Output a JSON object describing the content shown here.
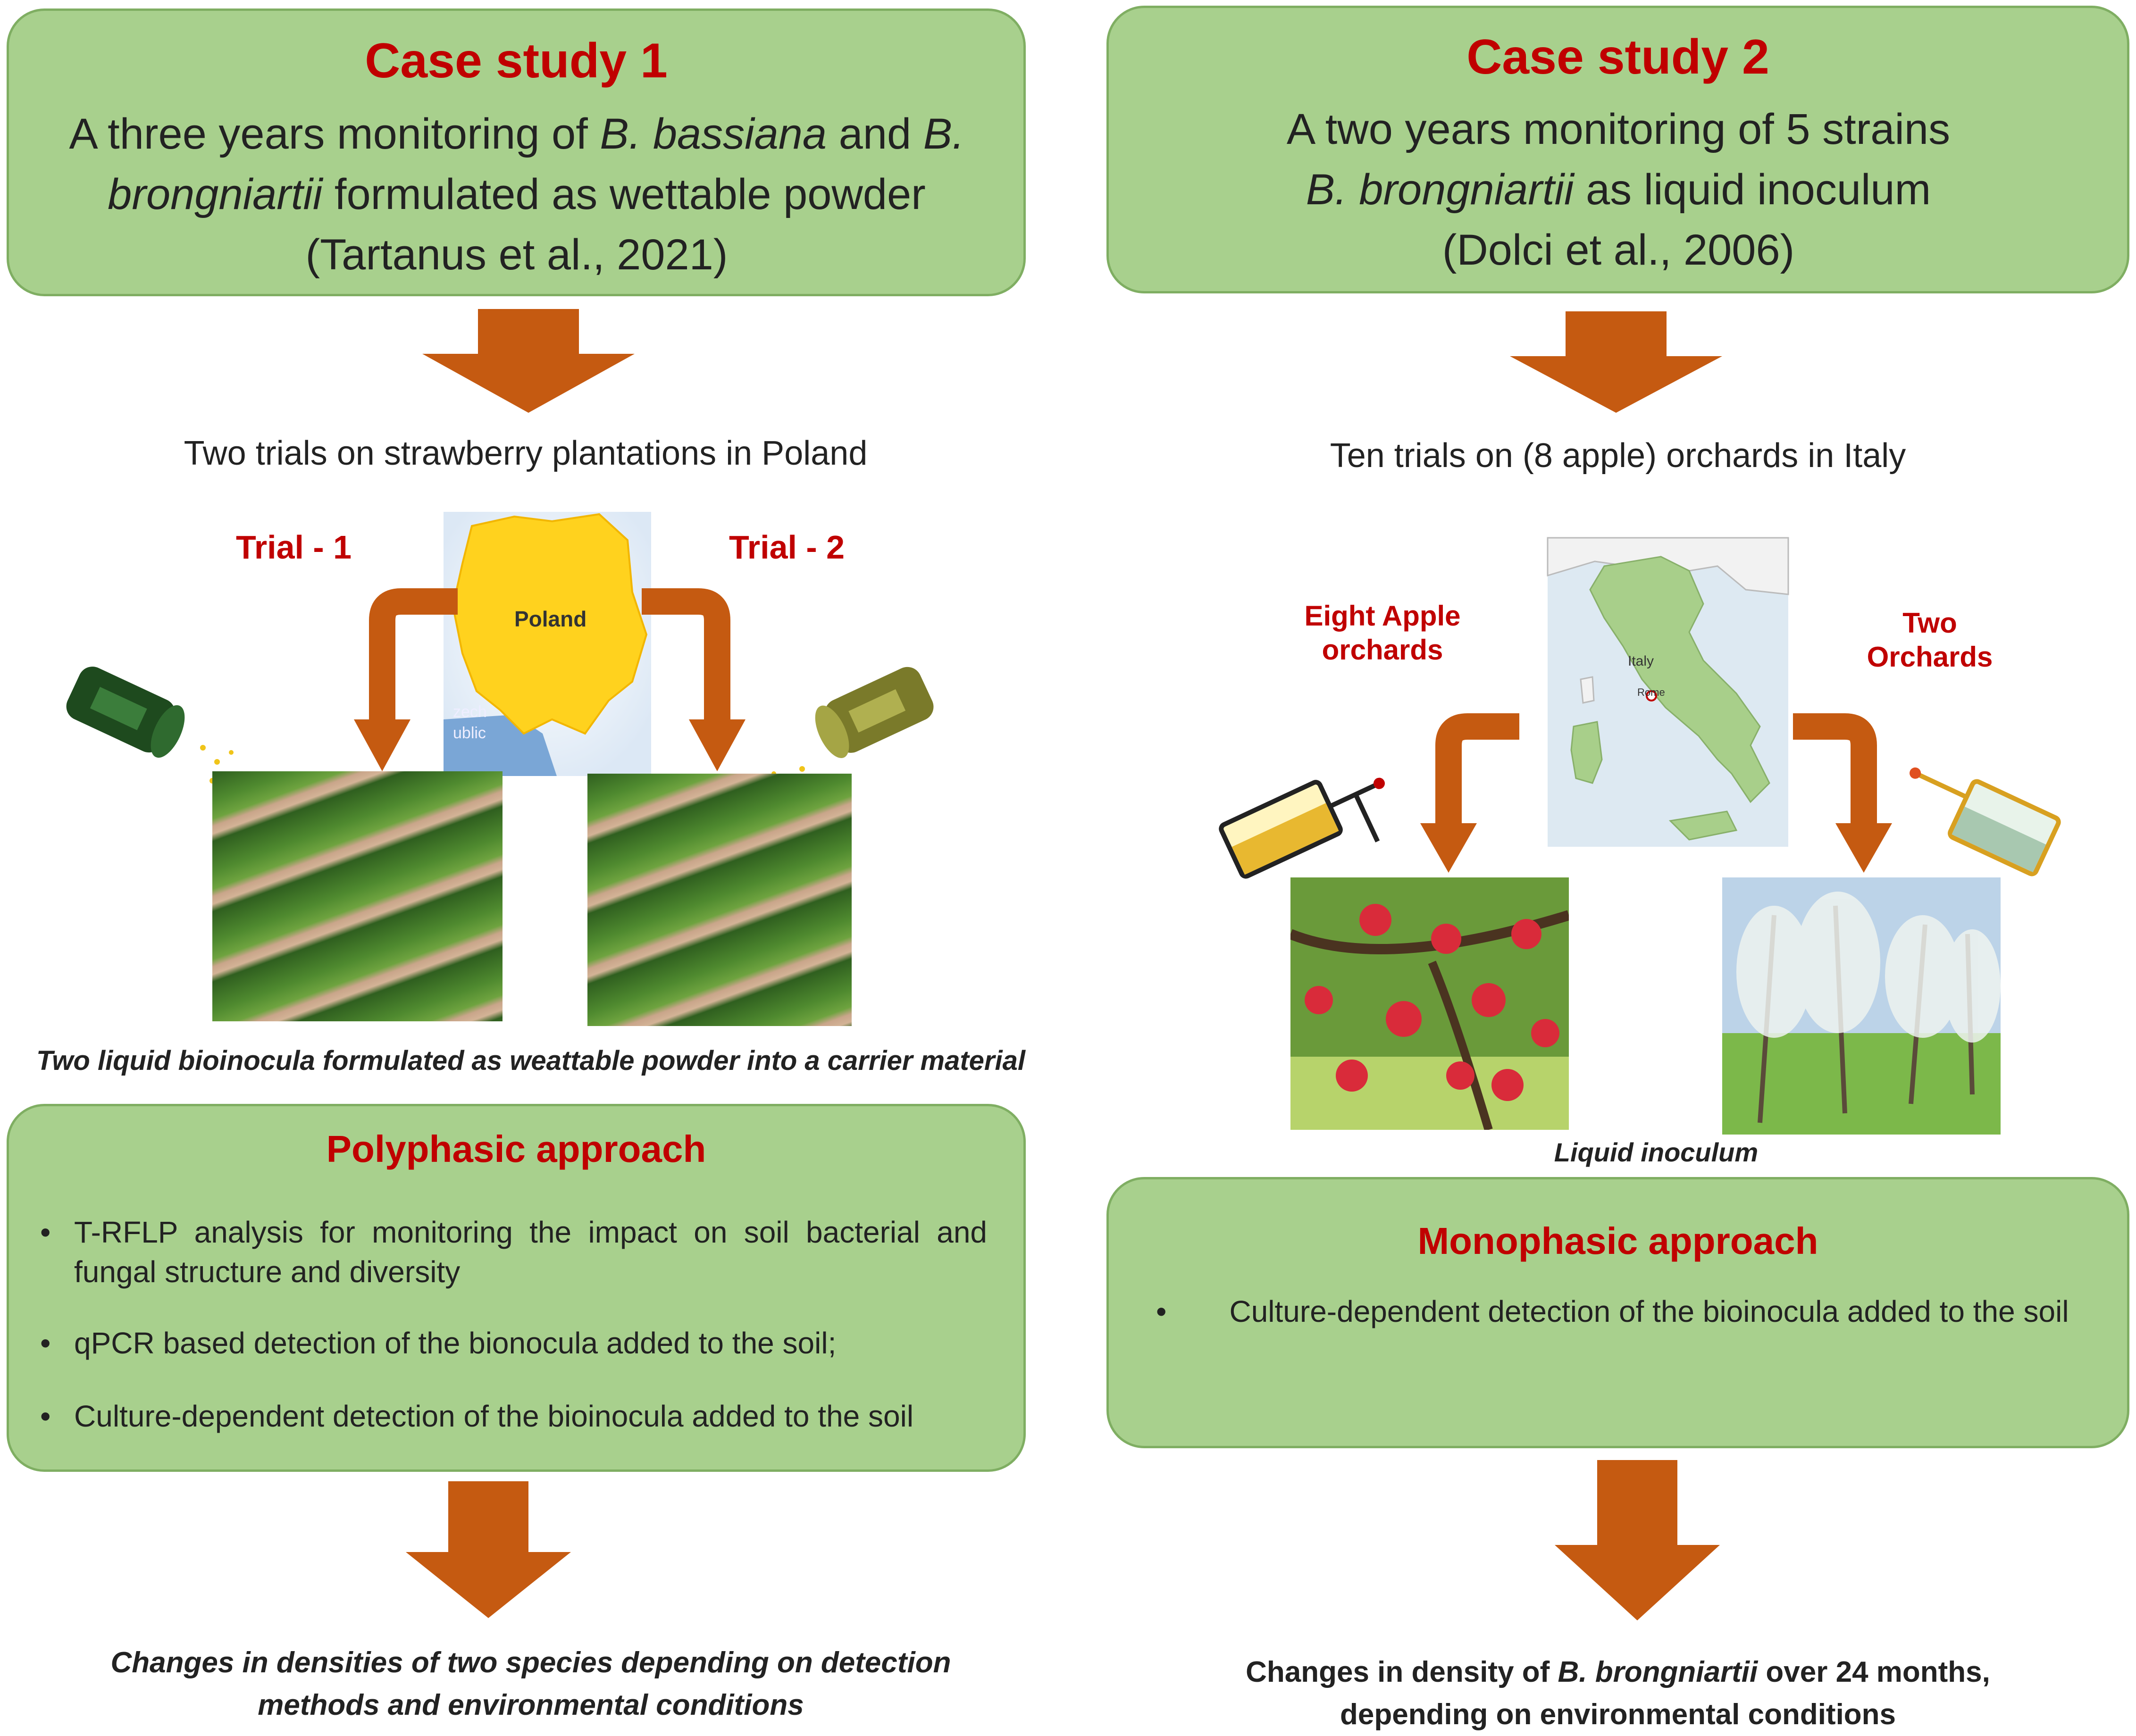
{
  "case1": {
    "title": "Case study 1",
    "desc_a": "A three years monitoring of ",
    "desc_b": "B. bassiana",
    "desc_c": " and ",
    "desc_d": "B.",
    "desc_e": "brongniartii",
    "desc_f": " formulated as wettable powder",
    "citation": "(Tartanus et al., 2021)",
    "trials_text": "Two trials on strawberry plantations in Poland",
    "trial1_label": "Trial - 1",
    "trial2_label": "Trial - 2",
    "map_label": "Poland",
    "map_small_1": "zech",
    "map_small_2": "ublic",
    "caption": "Two liquid bioinocula formulated as weattable powder into a carrier material",
    "approach_title": "Polyphasic approach",
    "bullets": [
      "T-RFLP analysis for monitoring the impact on soil bacterial and fungal structure and diversity",
      "qPCR based detection of the bionocula added to the soil;",
      "Culture-dependent detection of the bioinocula added to the soil"
    ],
    "result_line1": "Changes in densities of two species depending on detection",
    "result_line2": "methods and environmental conditions"
  },
  "case2": {
    "title": "Case study 2",
    "desc_line1": "A two years monitoring of 5 strains",
    "desc_b": "B. brongniartii",
    "desc_c": "  as liquid inoculum",
    "citation": "(Dolci et al., 2006)",
    "trials_text": "Ten trials on (8 apple) orchards in Italy",
    "left_label_1": "Eight Apple",
    "left_label_2": "orchards",
    "right_label_1": "Two",
    "right_label_2": "Orchards",
    "map_label": "Italy",
    "map_city": "Rome",
    "caption": "Liquid inoculum",
    "approach_title": "Monophasic approach",
    "bullets": [
      "Culture-dependent detection of the bioinocula added to the soil"
    ],
    "result_line1_a": "Changes in density of ",
    "result_line1_b": "B. brongniartii",
    "result_line1_c": " over 24 months,",
    "result_line2": "depending on environmental conditions"
  },
  "bullet_char": "•",
  "colors": {
    "box_fill": "#a8d08d",
    "box_border": "#7fae62",
    "title_red": "#c00000",
    "arrow_orange": "#c55a11"
  }
}
